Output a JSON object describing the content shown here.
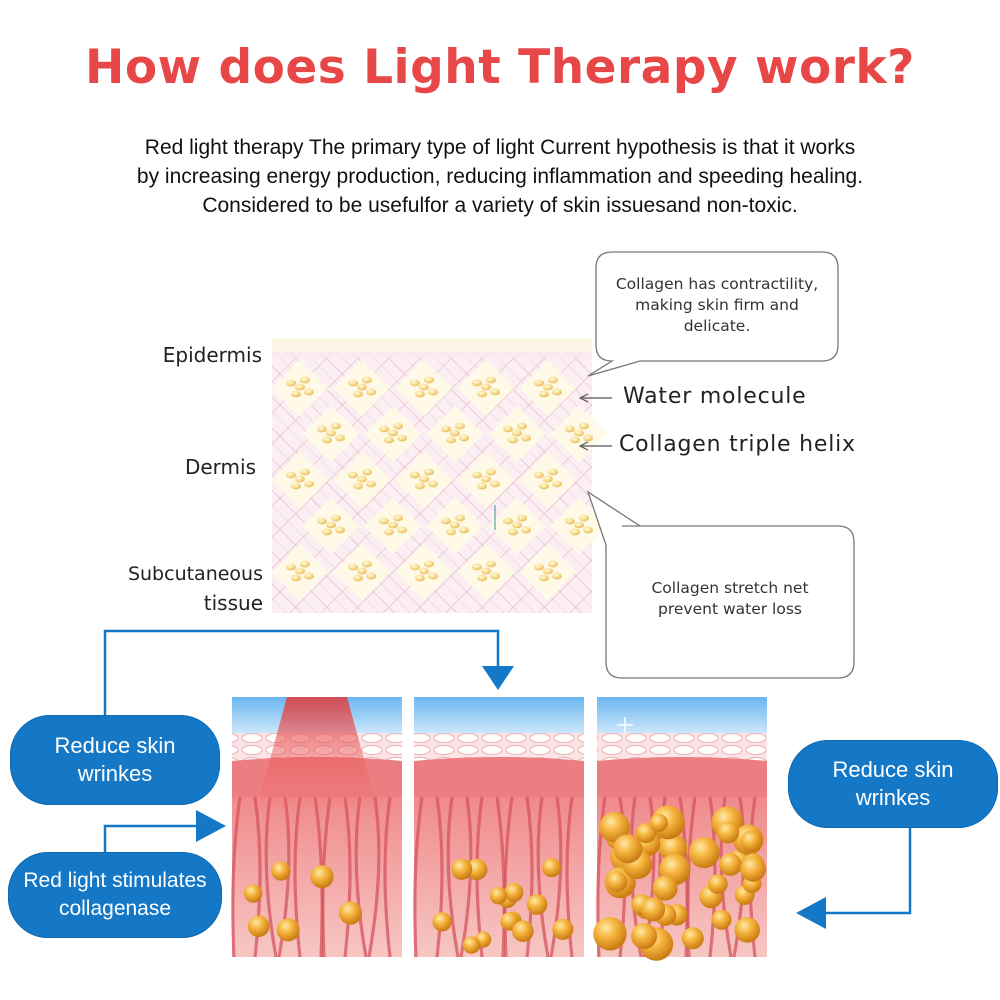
{
  "title": "How does Light Therapy work?",
  "intro": {
    "line1": "Red light therapy The primary type of light Current hypothesis is that it works",
    "line2": "by increasing energy production, reducing inflammation and speeding healing.",
    "line3": "Considered to be usefulfor a variety of skin issuesand non-toxic."
  },
  "layers": {
    "epidermis": "Epidermis",
    "dermis": "Dermis",
    "subcutaneous_1": "Subcutaneous",
    "subcutaneous_2": "tissue"
  },
  "callouts": {
    "water": "Water molecule",
    "helix": "Collagen triple helix"
  },
  "bubbles": {
    "top": [
      "Collagen has contractility,",
      "making skin firm and",
      "delicate."
    ],
    "bottom": [
      "Collagen  stretch net",
      "prevent water loss"
    ]
  },
  "pills": {
    "left_top": [
      "Reduce skin",
      "wrinkes"
    ],
    "left_bottom": [
      "Red light stimulates",
      "collagenase"
    ],
    "right": [
      "Reduce skin",
      "wrinkes"
    ]
  },
  "colors": {
    "title": "#e84747",
    "pill": "#1478c6",
    "arrow": "#1478c6",
    "skin_pink": "#f2a3a6",
    "collagen_gold": "#f0a830"
  }
}
